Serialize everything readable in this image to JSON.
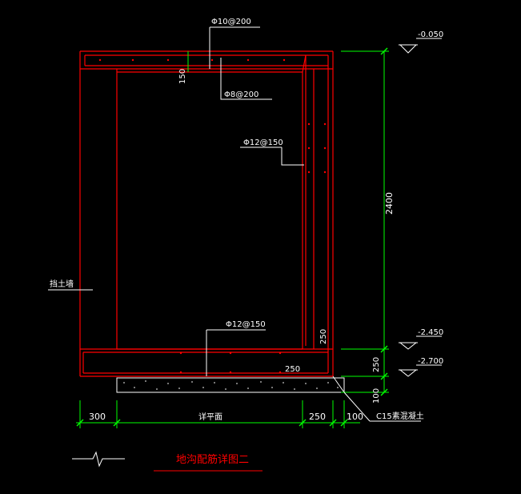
{
  "drawing": {
    "title": "地沟配筋详图二",
    "colors": {
      "background": "#000000",
      "outline": "#ff0000",
      "dimension": "#00ff00",
      "text": "#ffffff",
      "title": "#ff0000"
    }
  },
  "rebar_labels": {
    "top_slab": "Φ10@200",
    "top_distribution": "Φ8@200",
    "side_wall": "Φ12@150",
    "bottom_slab": "Φ12@150"
  },
  "elevations": {
    "top": "-0.050",
    "middle": "-2.450",
    "bottom": "-2.700"
  },
  "dimensions": {
    "slab_thickness": "150",
    "wall_height": "2400",
    "wall_inner": "250",
    "bottom_slab_width": "250",
    "base_thickness": "250",
    "cushion_thickness": "100",
    "left_width": "300",
    "mid_width": "详平面",
    "right_250": "250",
    "right_100": "100"
  },
  "notes": {
    "left_wall": "挡土墙",
    "cushion": "C15素混凝土"
  }
}
